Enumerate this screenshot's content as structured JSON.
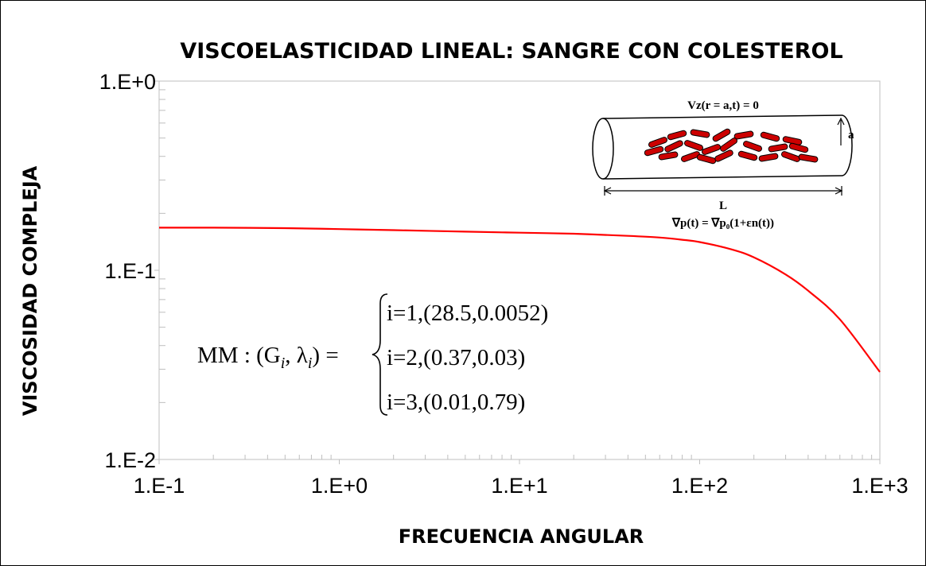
{
  "chart_data": {
    "type": "line",
    "title": "VISCOELASTICIDAD LINEAL: SANGRE CON COLESTEROL",
    "xlabel": "FRECUENCIA ANGULAR",
    "ylabel": "VISCOSIDAD COMPLEJA",
    "xscale": "log",
    "yscale": "log",
    "xlim": [
      0.1,
      1000
    ],
    "ylim": [
      0.01,
      1
    ],
    "x_ticks": [
      0.1,
      1,
      10,
      100,
      1000
    ],
    "x_tick_labels": [
      "1.E-1",
      "1.E+0",
      "1.E+1",
      "1.E+2",
      "1.E+3"
    ],
    "y_ticks": [
      0.01,
      0.1,
      1
    ],
    "y_tick_labels": [
      "1.E-2",
      "1.E-1",
      "1.E+0"
    ],
    "grid": false,
    "legend": "none",
    "series": [
      {
        "color": "#ff0000",
        "x": [
          0.1,
          0.2,
          0.5,
          1,
          2,
          5,
          10,
          20,
          40,
          60,
          80,
          100,
          150,
          200,
          300,
          400,
          600,
          1000
        ],
        "y": [
          0.168,
          0.168,
          0.167,
          0.165,
          0.163,
          0.16,
          0.158,
          0.156,
          0.152,
          0.149,
          0.145,
          0.141,
          0.129,
          0.117,
          0.095,
          0.078,
          0.055,
          0.029
        ]
      }
    ],
    "annotation": {
      "lhs": "MM : (G",
      "lhs_sub1": "i",
      "lhs_mid": ", λ",
      "lhs_sub2": "i",
      "lhs_end": ") =",
      "cases": [
        "i=1,(28.5,0.0052)",
        "i=2,(0.37,0.03)",
        "i=3,(0.01,0.79)"
      ]
    },
    "inset": {
      "top_label": "Vz(r = a,t) = 0",
      "radius_label": "a",
      "length_label": "L",
      "bottom_label": "∇p(t) = ∇p₀(1+εn(t))",
      "cell_color": "#cc0000"
    }
  }
}
